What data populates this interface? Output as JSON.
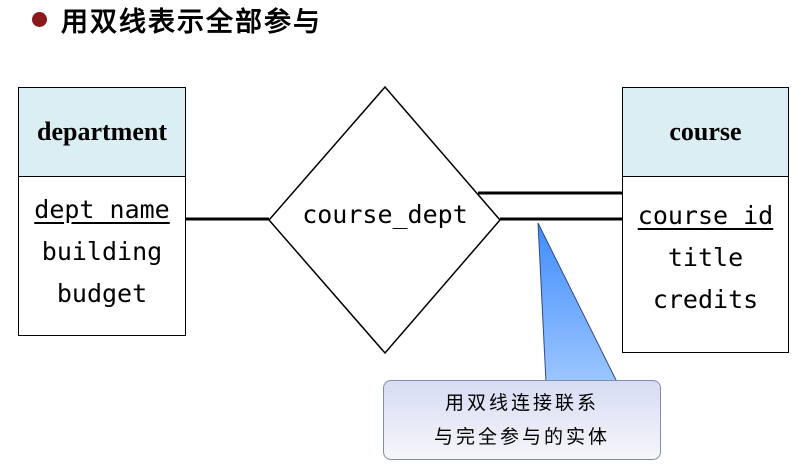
{
  "title": "用双线表示全部参与",
  "colors": {
    "bullet": "#8b1a1a",
    "entity_header": "#daeef3",
    "callout_bg": "#d7dcf4",
    "pointer_fill": "#6aa8ff"
  },
  "entities": {
    "department": {
      "name": "department",
      "attributes": [
        "dept_name",
        "building",
        "budget"
      ],
      "primary_key": "dept_name"
    },
    "course": {
      "name": "course",
      "attributes": [
        "course_id",
        "title",
        "credits"
      ],
      "primary_key": "course_id"
    }
  },
  "relationship": {
    "name": "course_dept",
    "left_participation": "partial",
    "right_participation": "total"
  },
  "callout": {
    "line1": "用双线连接联系",
    "line2": "与完全参与的实体"
  }
}
